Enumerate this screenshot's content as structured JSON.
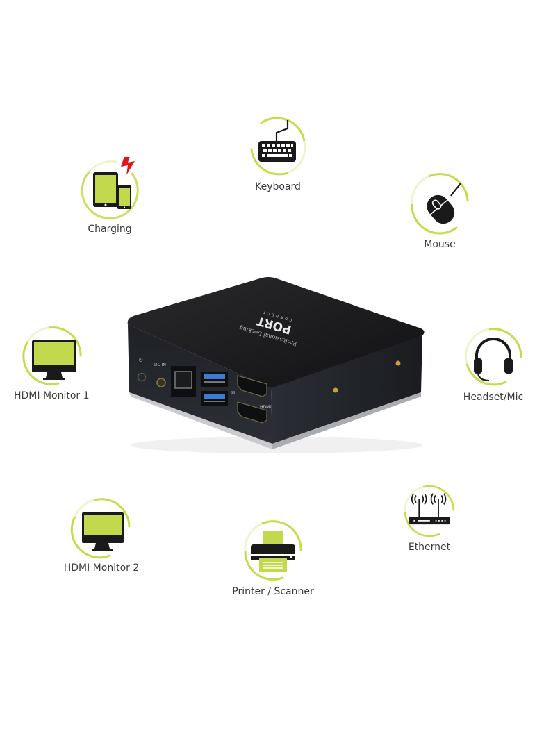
{
  "colors": {
    "accent": "#c5dc4a",
    "accent_light": "#e9f2bc",
    "icon_dark": "#1a1a1a",
    "screen_fill": "#c3d94d",
    "bolt": "#e0141b",
    "text": "#3b3b3b",
    "device_body": "#25272b",
    "usb_blue": "#3a7bd5"
  },
  "features": [
    {
      "id": "charging",
      "label": "Charging",
      "icon": "tablet-phone-charging-icon"
    },
    {
      "id": "keyboard",
      "label": "Keyboard",
      "icon": "keyboard-icon"
    },
    {
      "id": "mouse",
      "label": "Mouse",
      "icon": "mouse-icon"
    },
    {
      "id": "hdmi1",
      "label": "HDMI Monitor 1",
      "icon": "monitor-icon"
    },
    {
      "id": "headset",
      "label": "Headset/Mic",
      "icon": "headset-icon"
    },
    {
      "id": "hdmi2",
      "label": "HDMI Monitor 2",
      "icon": "monitor-icon"
    },
    {
      "id": "printer",
      "label": "Printer / Scanner",
      "icon": "printer-icon"
    },
    {
      "id": "ethernet",
      "label": "Ethernet",
      "icon": "router-icon"
    }
  ],
  "device": {
    "brand": "PORT",
    "brand_sub": "CONNECT",
    "tagline": "Professional Docking",
    "port_labels": {
      "power": "⏻",
      "dc_in": "DC IN",
      "usb": "SS",
      "hdmi": "HDMI"
    }
  }
}
